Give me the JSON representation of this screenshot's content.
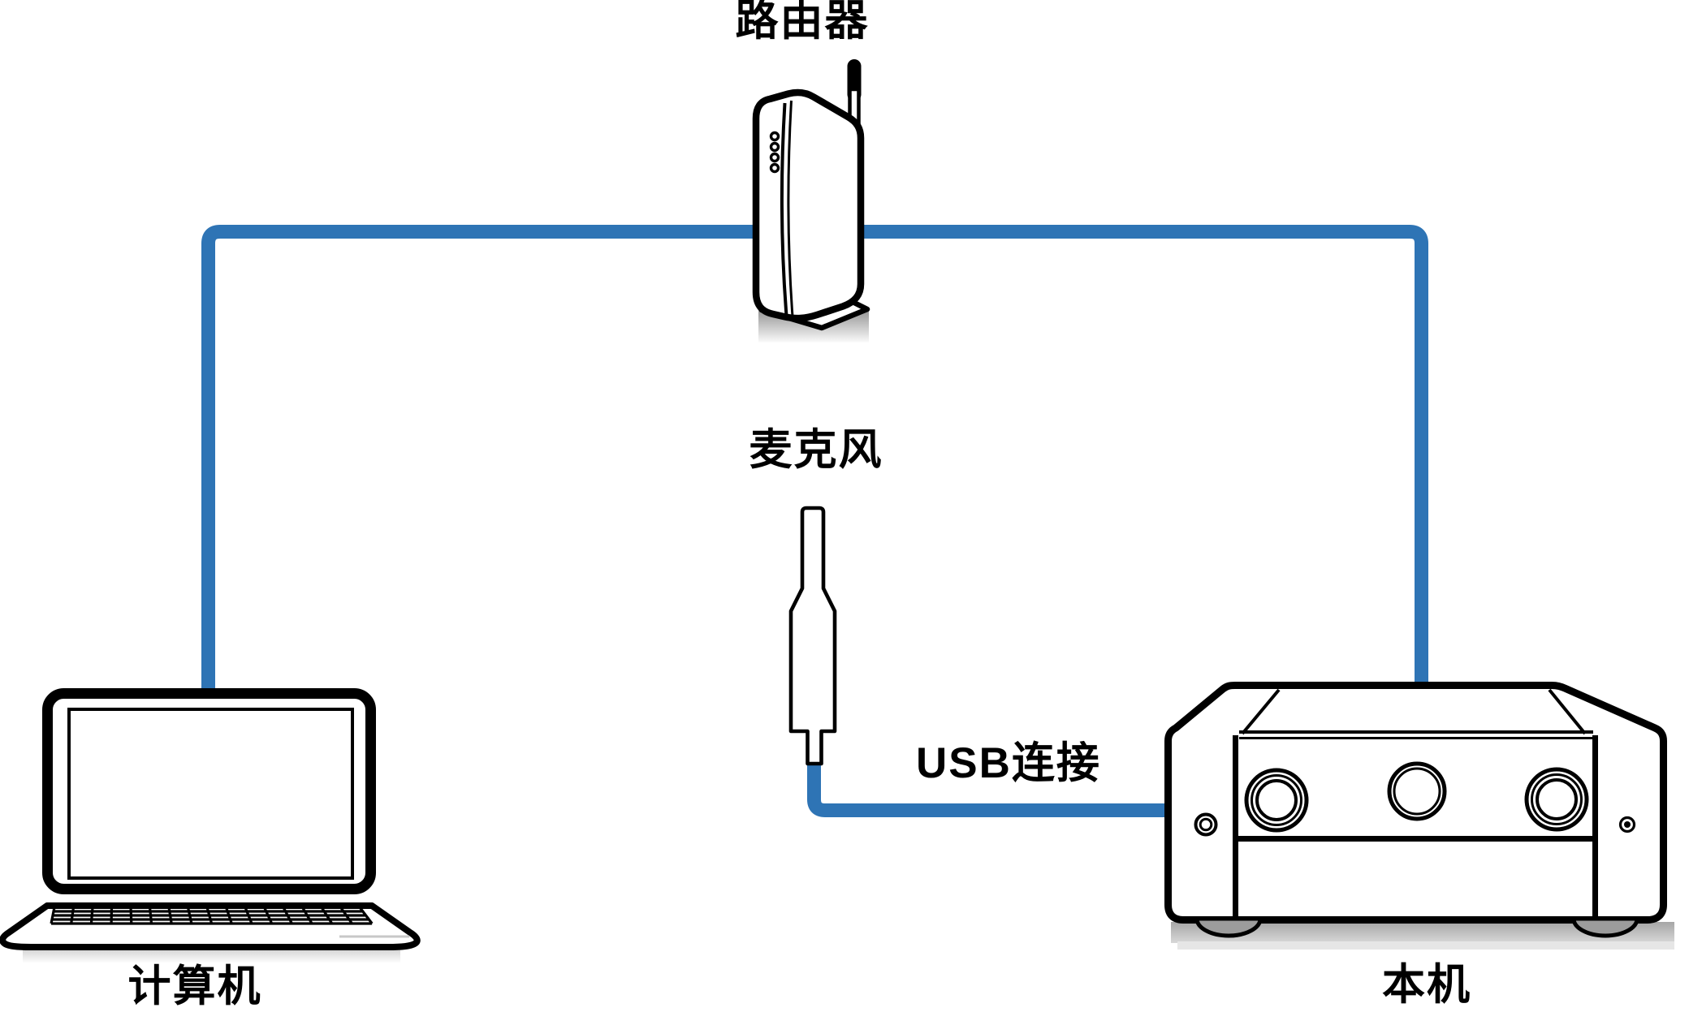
{
  "diagram": {
    "background_color": "#ffffff",
    "cable_color": "#2e74b5",
    "outline_color": "#000000",
    "platform_color": "#bdbdbd",
    "nodes": {
      "router": {
        "label": "路由器"
      },
      "computer": {
        "label": "计算机"
      },
      "microphone": {
        "label": "麦克风"
      },
      "unit": {
        "label": "本机"
      }
    },
    "connections": {
      "usb": {
        "label": "USB连接"
      },
      "network": {
        "label": ""
      }
    }
  }
}
